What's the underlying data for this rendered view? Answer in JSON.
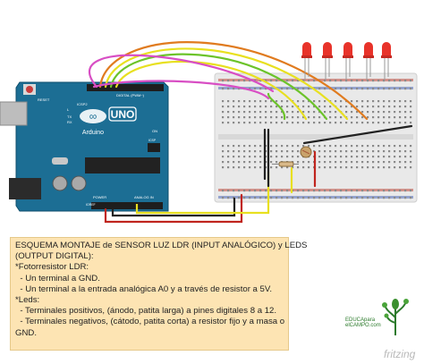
{
  "board": {
    "logo": "∞",
    "model": "UNO",
    "brand": "Arduino",
    "icsp": "ICSP2",
    "tx": "TX",
    "rx": "RX",
    "on": "ON",
    "reset": "RESET",
    "digital_label": "DIGITAL (PWM~)",
    "analog_label": "ANALOG IN",
    "power_label": "POWER",
    "ioref": "IOREF",
    "icsp_small": "ICSP",
    "l_label": "L"
  },
  "note": {
    "lines": [
      "ESQUEMA MONTAJE de SENSOR LUZ LDR (INPUT ANALÓGICO) y LEDS",
      "(OUTPUT DIGITAL):",
      "",
      "*Fotorresistor LDR:",
      "  - Un terminal a GND.",
      "  - Un terminal a la entrada analógica A0 y a través de resistor a 5V.",
      "*Leds:",
      "  - Terminales positivos, (ánodo, patita larga) a pines digitales 8 a 12.",
      "  - Terminales negativos, (cátodo, patita corta) a resistor fijo y a masa o",
      "GND."
    ]
  },
  "watermark": {
    "brand_line1": "EDUCA",
    "brand_line1b": "para",
    "brand_line2": "el",
    "brand_line2b": "CAM",
    "brand_line2c": "PO.com",
    "fritzing": "fritzing"
  },
  "colors": {
    "board": "#1c6e94",
    "breadboard": "#e9e9e9",
    "note_bg": "#fde4b3",
    "led": "#e8332a",
    "wire_orange": "#e07b1f",
    "wire_yellow": "#e8e020",
    "wire_green": "#6cc32a",
    "wire_pink": "#d84ec4",
    "wire_red": "#c0251e",
    "wire_black": "#222222"
  }
}
